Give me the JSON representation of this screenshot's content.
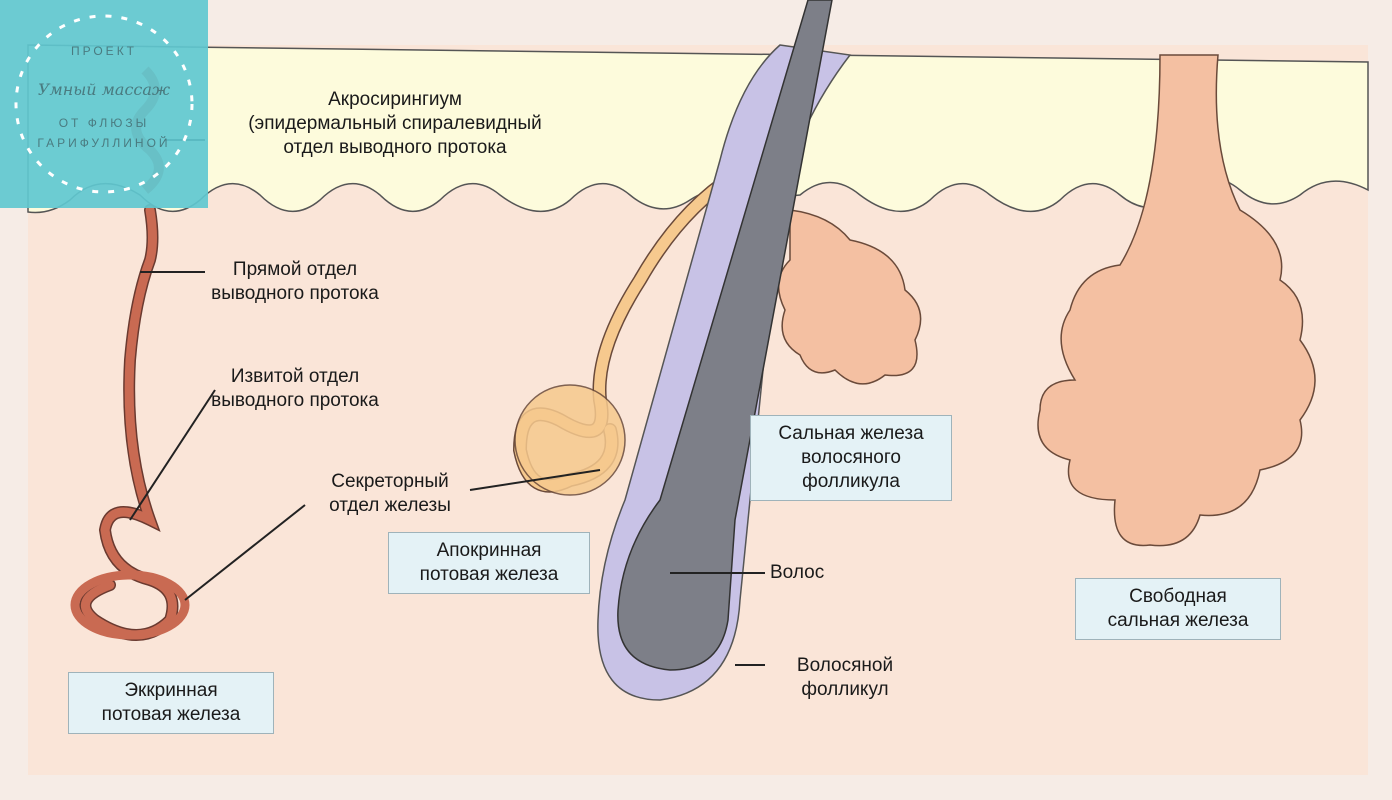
{
  "labels": {
    "acrosyringium": [
      "Акросирингиум",
      "(эпидермальный спиралевидный",
      "отдел выводного протока"
    ],
    "straight_duct": [
      "Прямой отдел",
      "выводного протока"
    ],
    "coiled_duct": [
      "Извитой отдел",
      "выводного протока"
    ],
    "secretory": [
      "Секреторный",
      "отдел железы"
    ],
    "eccrine": [
      "Эккринная",
      "потовая железа"
    ],
    "apocrine": [
      "Апокринная",
      "потовая железа"
    ],
    "sebaceous_follicle": [
      "Сальная железа",
      "волосяного",
      "фолликула"
    ],
    "hair": "Волос",
    "hair_follicle": [
      "Волосяной",
      "фолликул"
    ],
    "free_sebaceous": [
      "Свободная",
      "сальная железа"
    ]
  },
  "watermark": {
    "line1": "ПРОЕКТ",
    "line2": "Умный массаж",
    "line3": "ОТ ФЛЮЗЫ",
    "line4": "ГАРИФУЛЛИНОЙ"
  },
  "colors": {
    "epidermis": "#fdfbdc",
    "dermis": "#fae5d8",
    "duct": "#c96a52",
    "apocrine": "#f6c98e",
    "gland": "#f4c0a2",
    "hair": "#7d7f88",
    "follicle": "#c8c2e6",
    "box": "#e4f2f6",
    "logo": "#60c8d0"
  }
}
